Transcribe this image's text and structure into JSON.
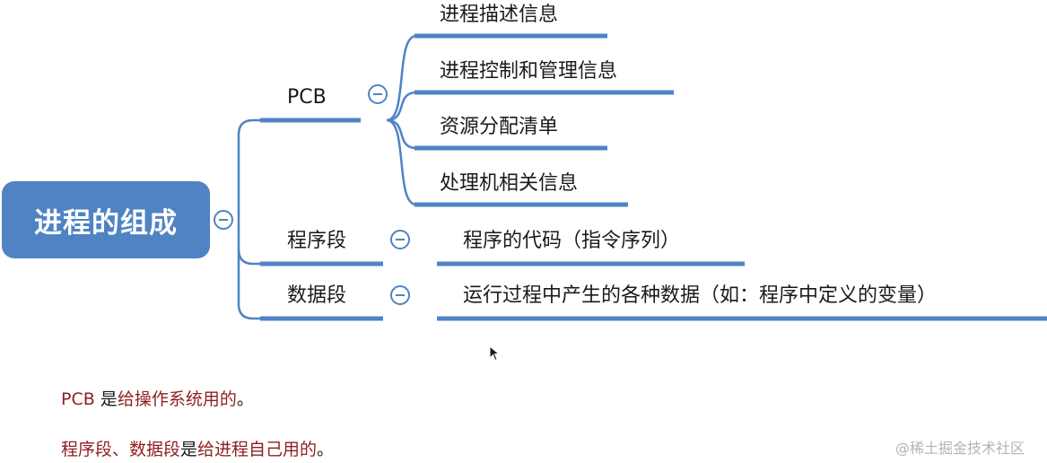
{
  "mindmap": {
    "root": "进程的组成",
    "branches": [
      {
        "label": "PCB",
        "children": [
          "进程描述信息",
          "进程控制和管理信息",
          "资源分配清单",
          "处理机相关信息"
        ]
      },
      {
        "label": "程序段",
        "children": [
          "程序的代码（指令序列）"
        ]
      },
      {
        "label": "数据段",
        "children": [
          "运行过程中产生的各种数据（如：程序中定义的变量）"
        ]
      }
    ]
  },
  "notes": [
    {
      "part1": "PCB",
      "part2": " 是",
      "part3": "给操作系统用的",
      "part4": "。"
    },
    {
      "part1": "程序段、数据段",
      "part2": "是",
      "part3": "给进程自己用的",
      "part4": "。"
    }
  ],
  "watermark": "@稀土掘金技术社区",
  "colors": {
    "node_fill": "#4f83c4",
    "connector": "#4f83c4",
    "note_red": "#8e1f1f"
  }
}
